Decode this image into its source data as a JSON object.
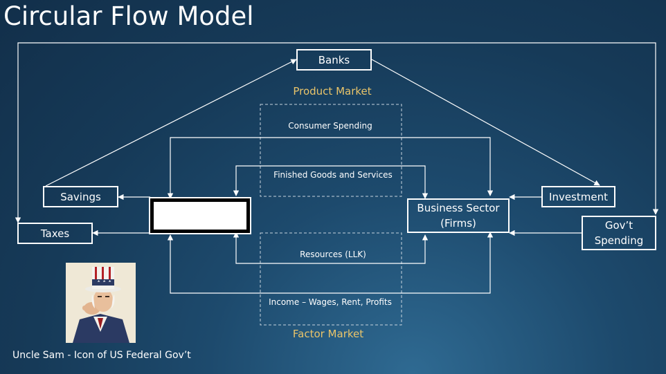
{
  "title": "Circular Flow Model",
  "boxes": {
    "banks": "Banks",
    "savings": "Savings",
    "taxes": "Taxes",
    "business_line1": "Business Sector",
    "business_line2": "(Firms)",
    "investment": "Investment",
    "govt_line1": "Gov’t",
    "govt_line2": "Spending"
  },
  "markets": {
    "product": "Product Market",
    "factor": "Factor Market"
  },
  "flows": {
    "consumer_spending": "Consumer Spending",
    "finished_goods": "Finished Goods and Services",
    "resources": "Resources (LLK)",
    "income": "Income – Wages, Rent, Profits"
  },
  "caption": "Uncle Sam -  Icon of US Federal Gov’t",
  "colors": {
    "background": "#163a58",
    "line": "#ffffff",
    "market_label": "#e9c46a",
    "dashed_region": "#c8d4de"
  }
}
